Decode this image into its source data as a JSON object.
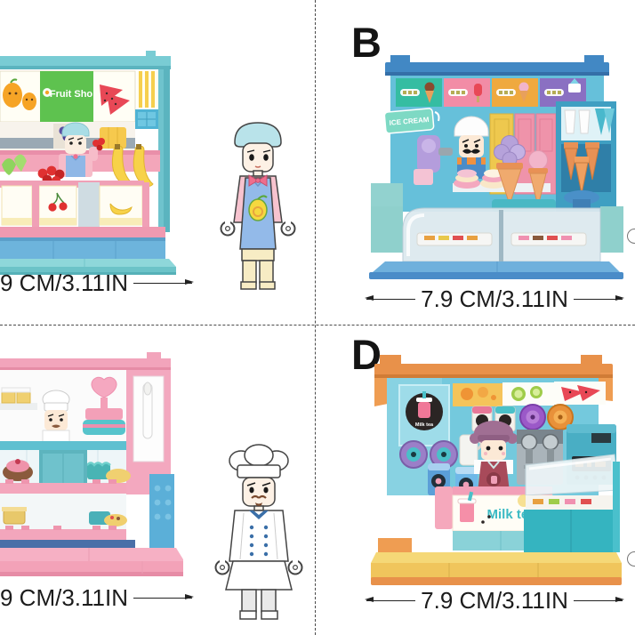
{
  "collage": {
    "background": "#ffffff",
    "divider_color": "#4a4a4a",
    "quadrant_a": {
      "product": "fruit-shop building-block set (left edge cropped)",
      "shop_sign": "Fruit Sho",
      "dimension_label": "9 CM/3.11IN"
    },
    "quadrant_b": {
      "letter": "B",
      "product": "ice-cream shop building-block set",
      "shop_sign": "ICE CREAM",
      "dimension_label": "7.9 CM/3.11IN"
    },
    "quadrant_c": {
      "product": "cake shop building-block set with chef minifigure (left edge cropped)",
      "dimension_label": "9 CM/3.11IN"
    },
    "quadrant_d": {
      "letter": "D",
      "product": "milk-tea shop building-block set",
      "wall_logo": "Milk tea",
      "counter_sign": "Milk tea",
      "dimension_label": "7.9 CM/3.11IN"
    },
    "colors": {
      "fruit_teal": "#79ccd4",
      "fruit_sign_green": "#5ec24f",
      "shelf_pink": "#f3a6ba",
      "ice_bar_blue": "#4288c4",
      "ice_wall_blue": "#66c0da",
      "ice_sign_mint": "#7ed9c4",
      "cake_pink": "#f2a4bb",
      "cake_teal": "#6fc2cc",
      "tea_awning_orange": "#e8914a",
      "tea_wall_blue": "#74c9dd",
      "tea_base_yellow": "#f0cc5e",
      "register_teal": "#49aec4",
      "counter_text_teal": "#3bbac4",
      "dimension_text": "#1c1c1c"
    }
  }
}
